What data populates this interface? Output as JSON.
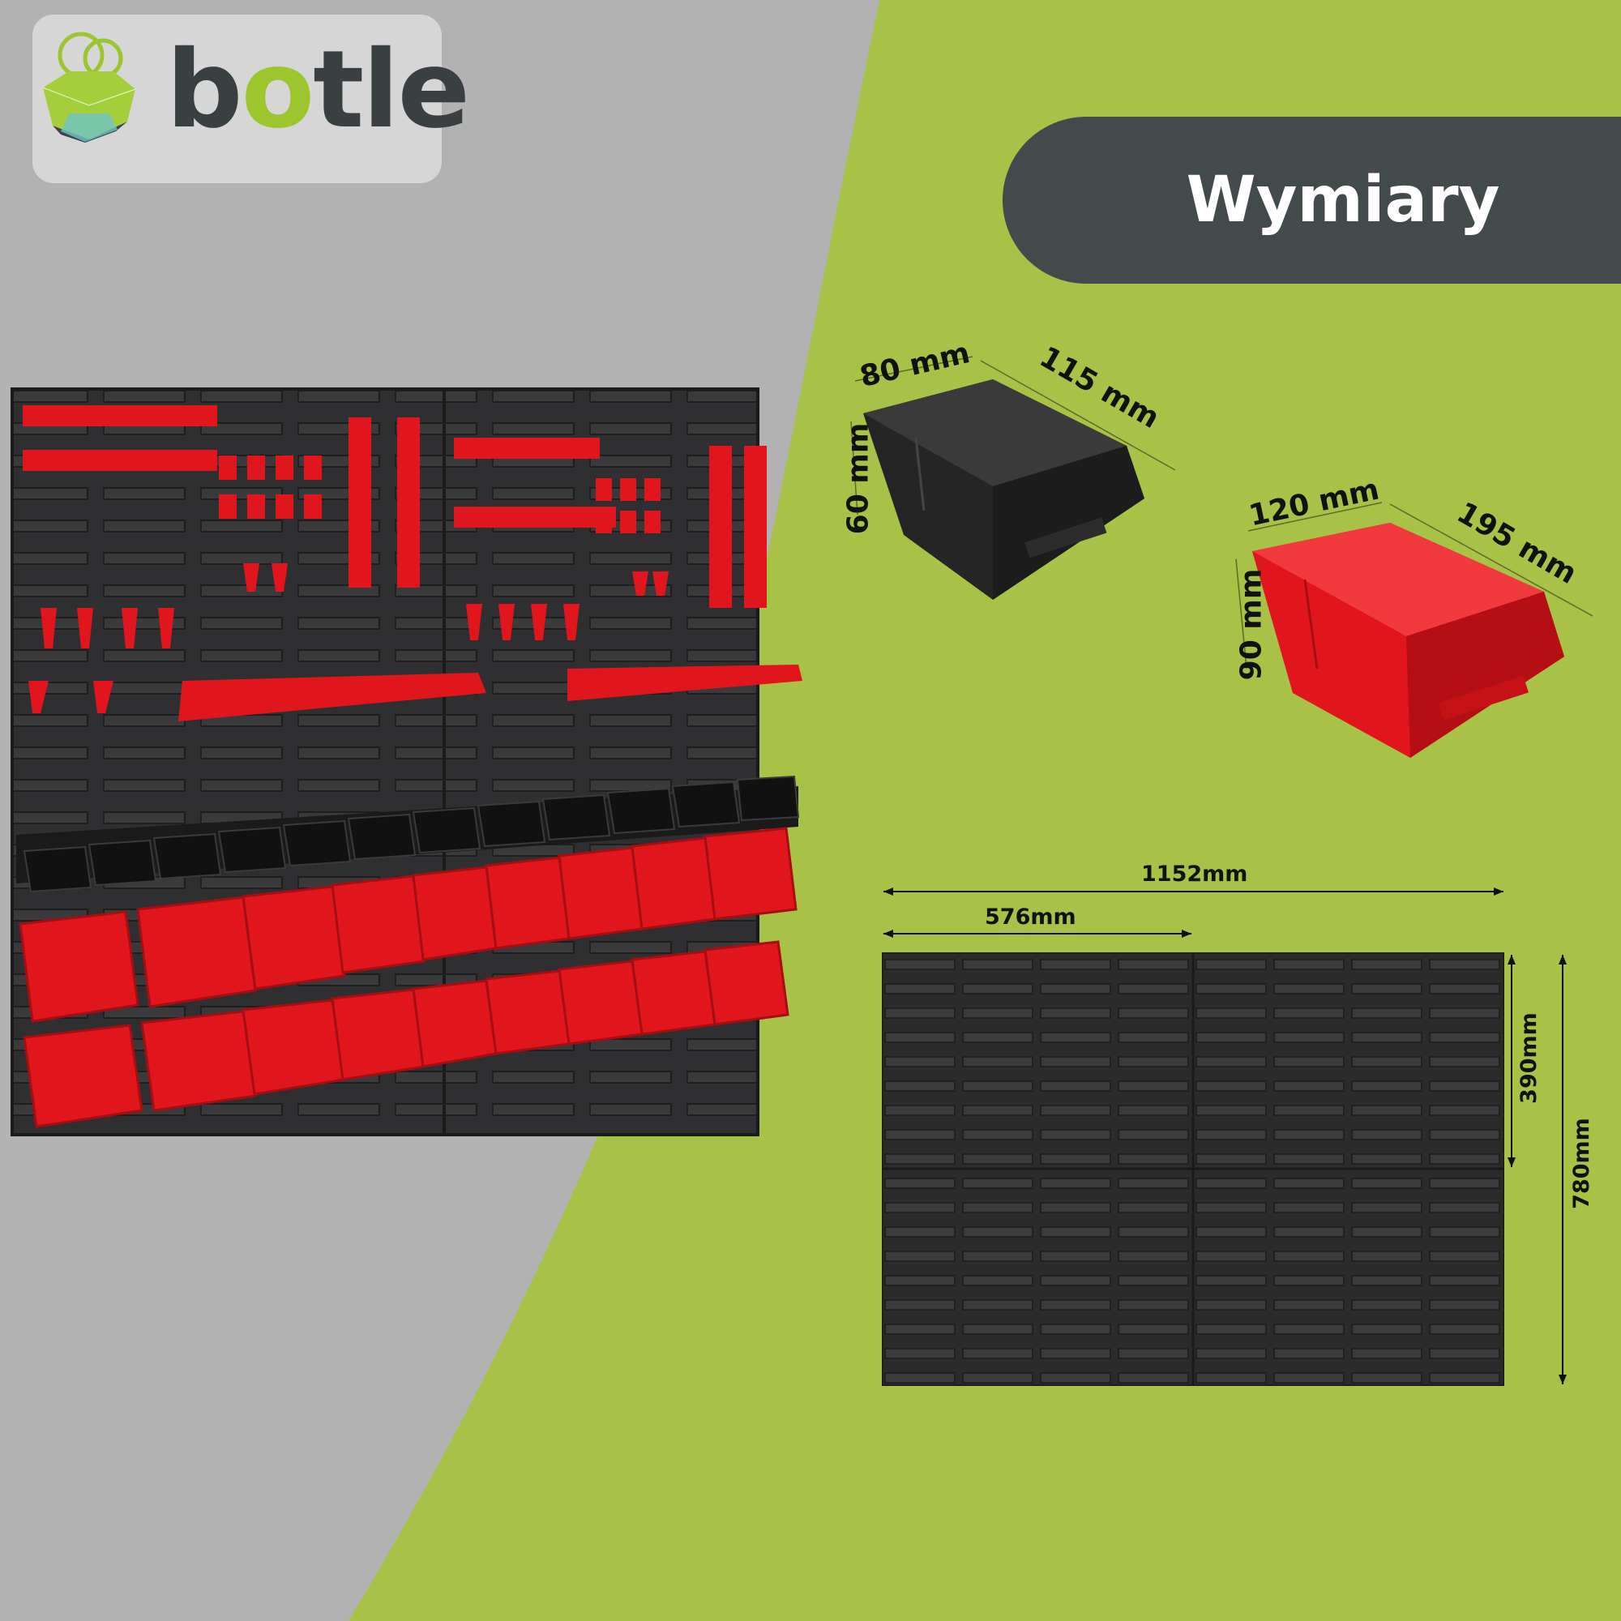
{
  "brand": {
    "name_prefix": "b",
    "name_highlight": "o",
    "name_suffix": "tle",
    "colors": {
      "dark": "#3a3f42",
      "green": "#9cc52e"
    }
  },
  "banner": {
    "title": "Wymiary"
  },
  "small_bin": {
    "depth": "80 mm",
    "length": "115 mm",
    "height": "60 mm",
    "color": "#222222"
  },
  "large_bin": {
    "depth": "120 mm",
    "length": "195 mm",
    "height": "90 mm",
    "color": "#e0161c"
  },
  "board": {
    "total_width": "1152mm",
    "half_width": "576mm",
    "half_height": "390mm",
    "total_height": "780mm"
  },
  "colors": {
    "background_green": "#a8c247",
    "background_gray": "#b2b2b2",
    "banner": "#434a4c"
  }
}
